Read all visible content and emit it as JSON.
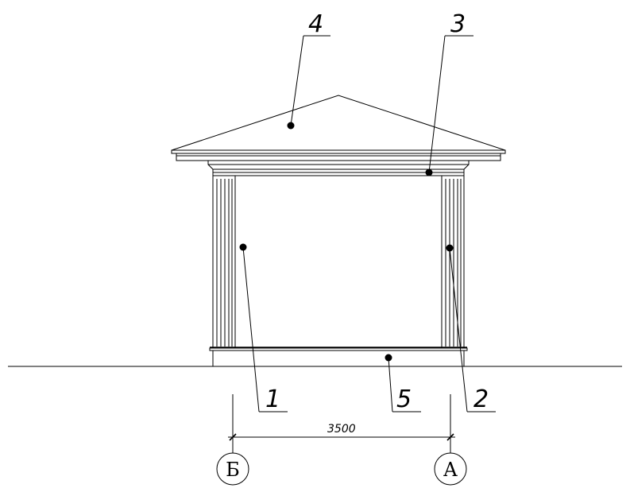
{
  "callouts": [
    {
      "id": "1",
      "label": "1"
    },
    {
      "id": "2",
      "label": "2"
    },
    {
      "id": "3",
      "label": "3"
    },
    {
      "id": "4",
      "label": "4"
    },
    {
      "id": "5",
      "label": "5"
    }
  ],
  "dimension": {
    "value": "3500"
  },
  "axes": [
    {
      "id": "b",
      "label": "Б"
    },
    {
      "id": "a",
      "label": "А"
    }
  ]
}
